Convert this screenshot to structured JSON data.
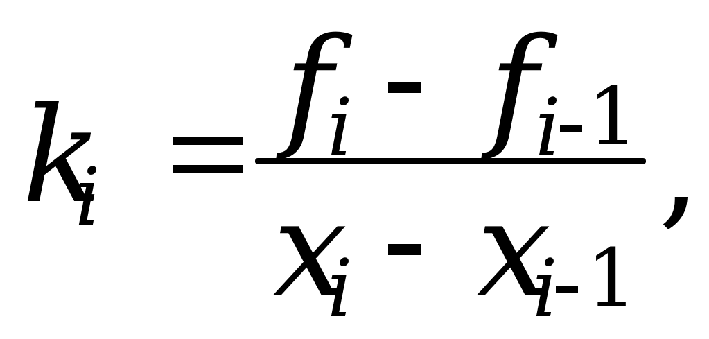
{
  "formula": {
    "lhs": {
      "base": "k",
      "subscript": "i"
    },
    "equals": "=",
    "numerator": {
      "term1": {
        "base": "f",
        "subscript": "i"
      },
      "operator": "-",
      "term2": {
        "base": "f",
        "subscript_var": "i",
        "subscript_op": "-",
        "subscript_num": "1"
      }
    },
    "denominator": {
      "term1": {
        "base": "x",
        "subscript": "i"
      },
      "operator": "-",
      "term2": {
        "base": "x",
        "subscript_var": "i",
        "subscript_op": "-",
        "subscript_num": "1"
      }
    },
    "trailing": ","
  }
}
